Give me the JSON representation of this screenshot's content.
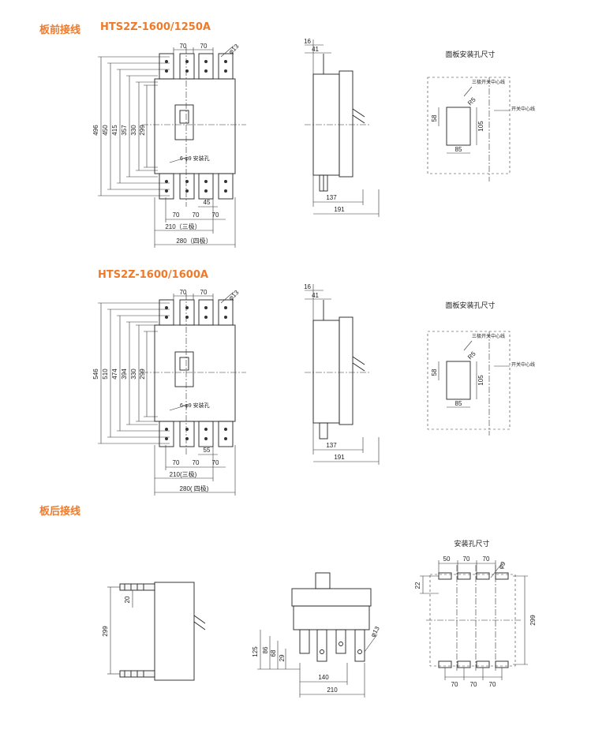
{
  "colors": {
    "heading": "#ee7a2a",
    "line": "#222222"
  },
  "headings": {
    "front": "板前接线",
    "model1": "HTS2Z-1600/1250A",
    "model2": "HTS2Z-1600/1600A",
    "rear": "板后接线"
  },
  "panel_cutout_title": "面板安装孔尺寸",
  "mount_hole_title": "安装孔尺寸",
  "labels": {
    "three_pole_center": "三极开关中心线",
    "switch_center": "开关中心线",
    "r5": "R5",
    "holes_note": "6-φ9 安装孔",
    "phi13": "φ13",
    "phi9": "φ9",
    "three_pole": "210（三极）",
    "four_pole": "280（四极）",
    "three_pole_b": "210(三极)",
    "four_pole_b": "280( 四极)"
  },
  "model1": {
    "dims_left": [
      "496",
      "450",
      "415",
      "357",
      "330",
      "299"
    ],
    "top": [
      "70",
      "70"
    ],
    "bottom": [
      "70",
      "70",
      "70"
    ],
    "d45": "45",
    "side": {
      "d16": "16",
      "d41": "41",
      "d137": "137",
      "d191": "191"
    },
    "cutout": {
      "w": "85",
      "h": "105",
      "off": "58"
    }
  },
  "model2": {
    "dims_left": [
      "546",
      "510",
      "474",
      "394",
      "330",
      "299"
    ],
    "top": [
      "70",
      "70"
    ],
    "bottom": [
      "70",
      "70",
      "70"
    ],
    "d55": "55",
    "side": {
      "d16": "16",
      "d41": "41",
      "d137": "137",
      "d191": "191"
    },
    "cutout": {
      "w": "85",
      "h": "105",
      "off": "58"
    }
  },
  "rear": {
    "side": {
      "d20": "20",
      "d299": "299"
    },
    "bottom": {
      "d125": "125",
      "d86": "86",
      "d68": "68",
      "d29": "29",
      "d140": "140",
      "d210": "210"
    },
    "holes": {
      "d50": "50",
      "top": [
        "70",
        "70"
      ],
      "bottom": [
        "70",
        "70",
        "70"
      ],
      "d22": "22",
      "d299": "299"
    }
  }
}
